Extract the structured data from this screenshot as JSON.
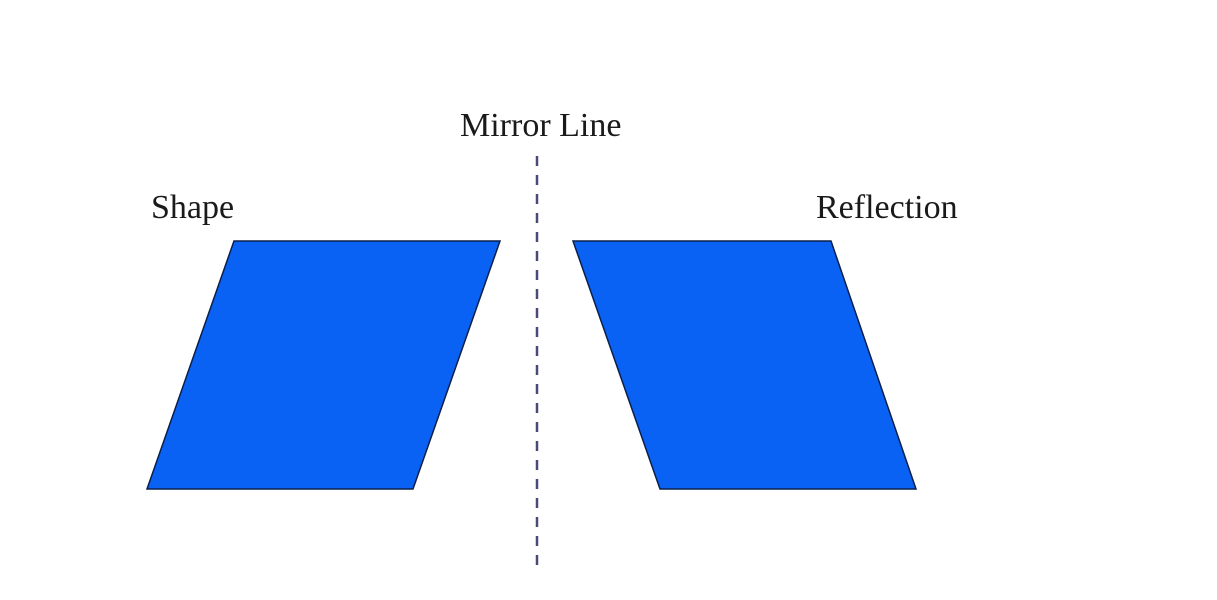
{
  "labels": {
    "mirror_line": "Mirror Line",
    "shape": "Shape",
    "reflection": "Reflection"
  },
  "colors": {
    "shape_fill": "#0a62f5",
    "shape_stroke": "#0b1f4a",
    "mirror_line": "#4a4a7a",
    "text": "#1a1a1a",
    "background": "#ffffff"
  },
  "mirror_line_style": "dashed"
}
